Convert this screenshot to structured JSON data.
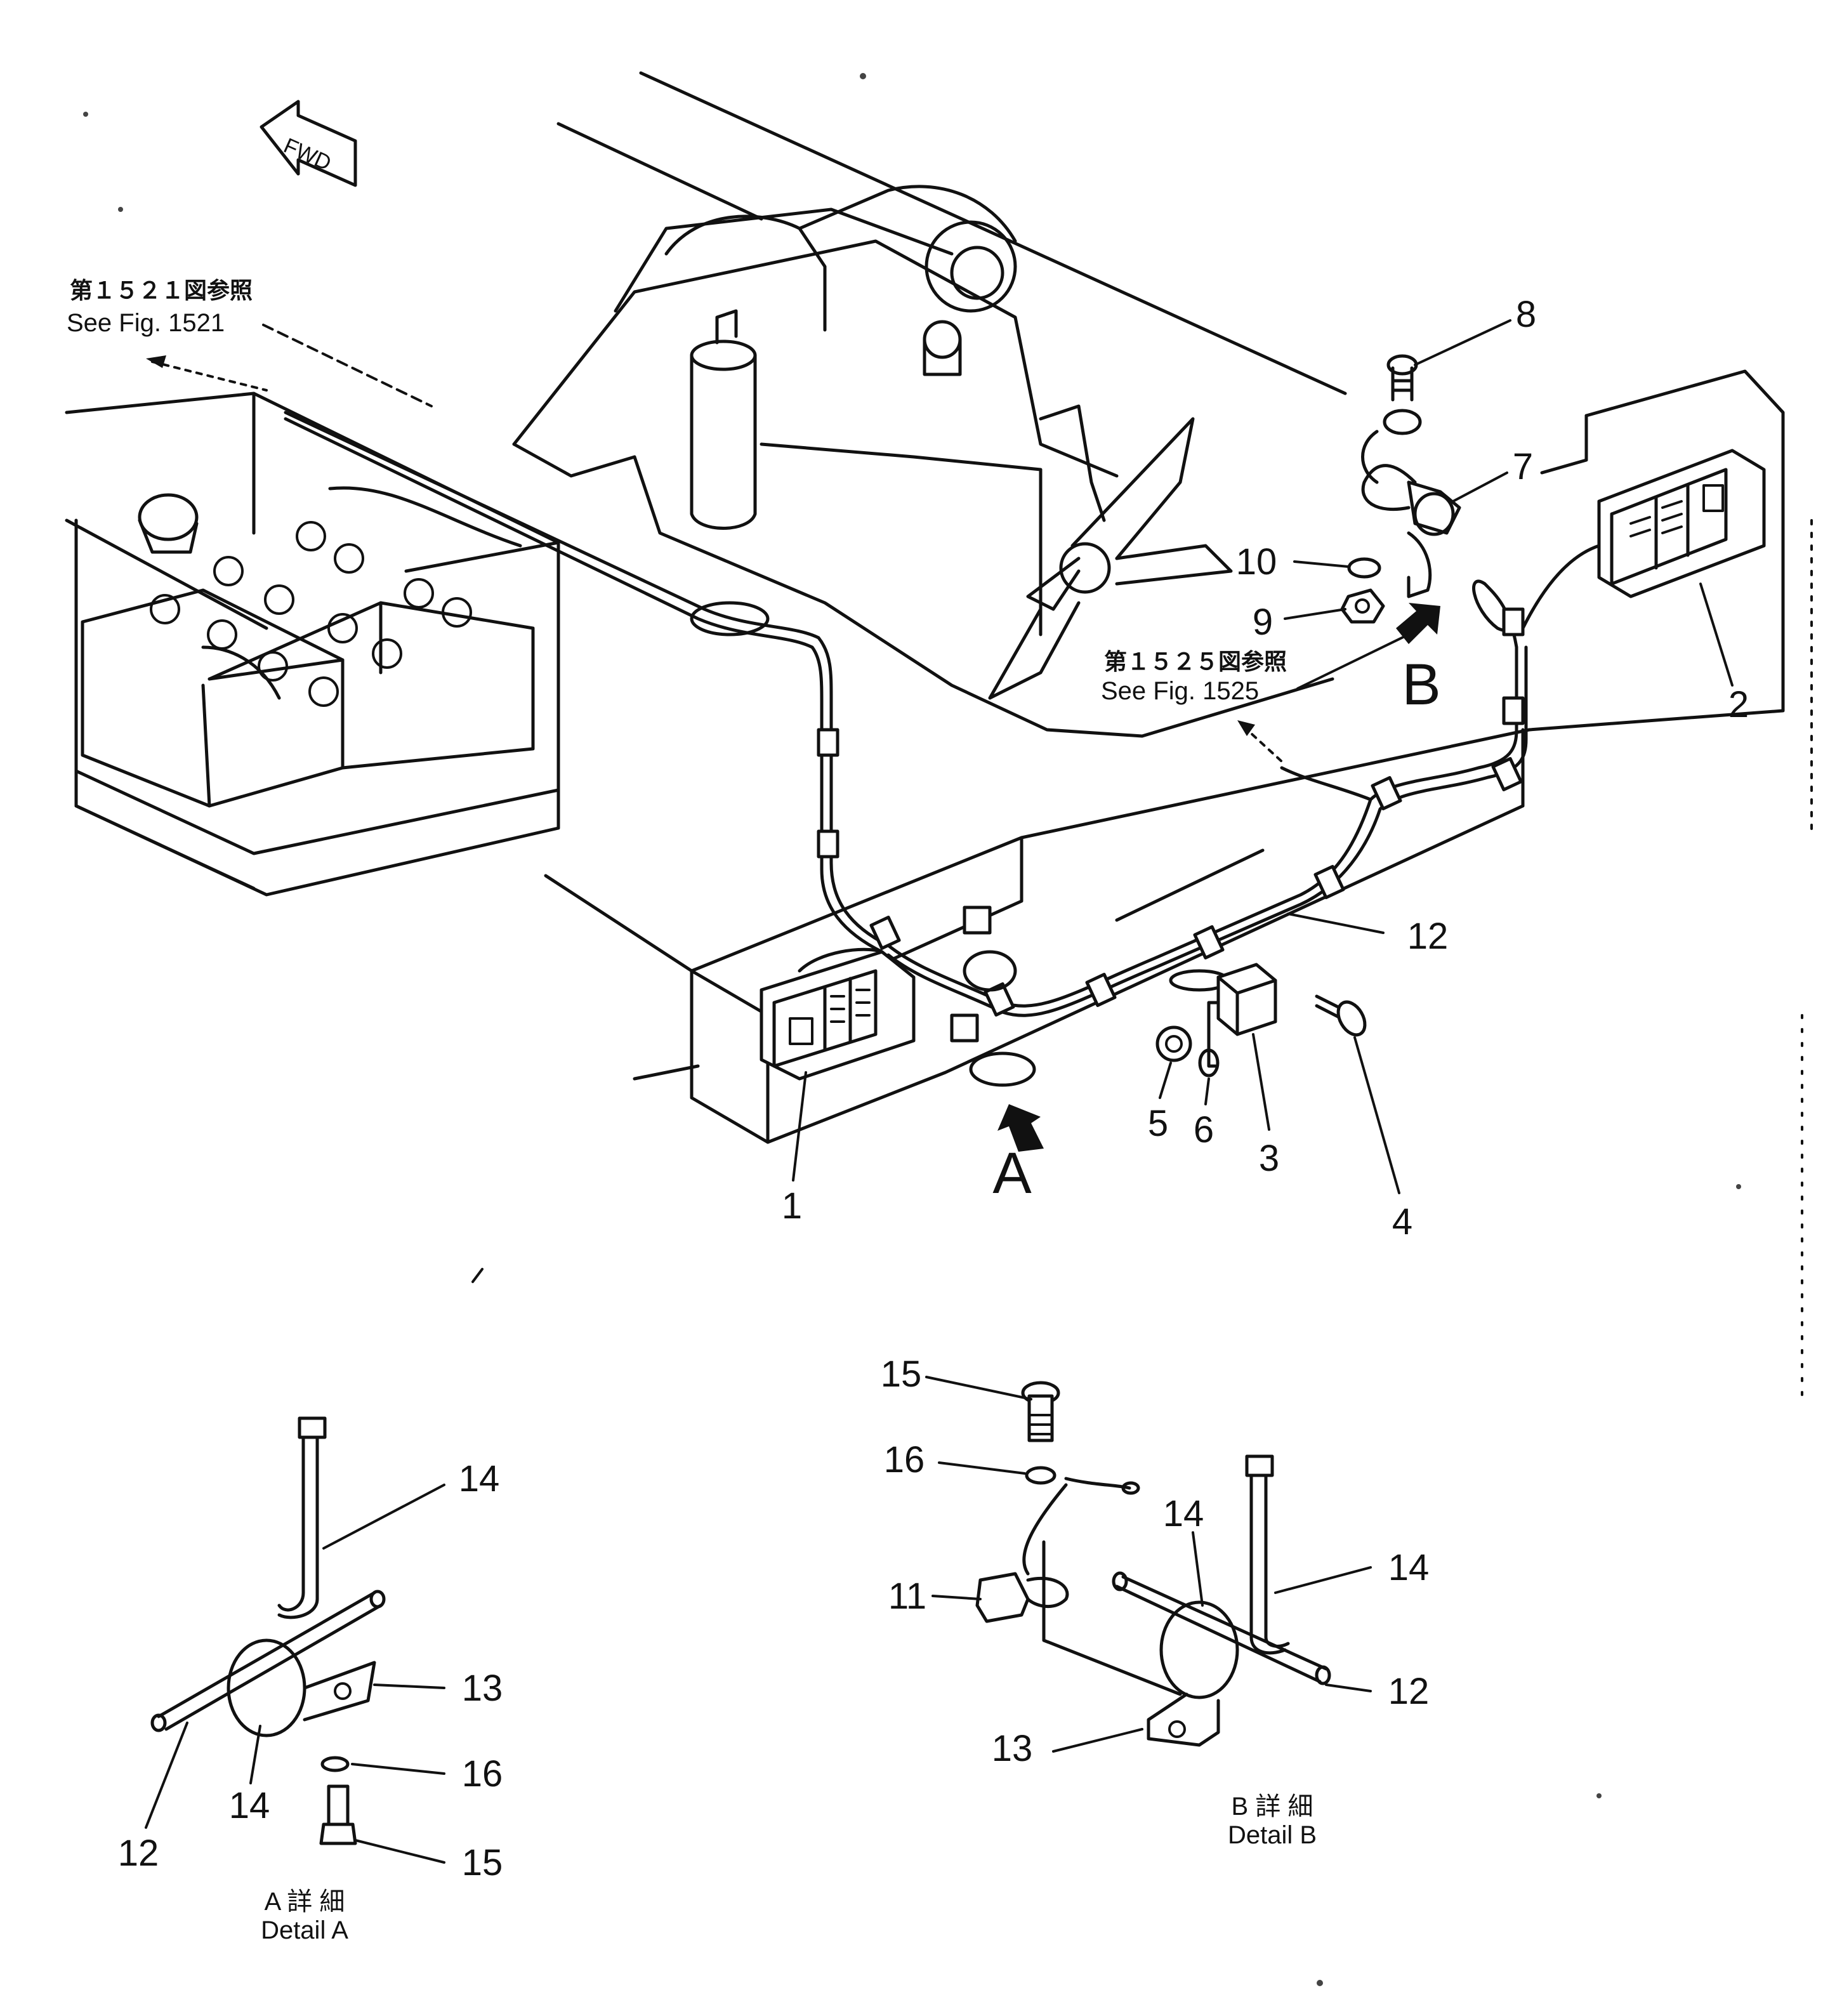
{
  "references": {
    "fig1521_jp": "第１５２１図参照",
    "fig1521_en": "See Fig. 1521",
    "fig1525_jp": "第１５２５図参照",
    "fig1525_en": "See Fig. 1525"
  },
  "direction_label": "FWD",
  "view_letters": {
    "a": "A",
    "b": "B"
  },
  "callouts": {
    "c1": "1",
    "c2": "2",
    "c3": "3",
    "c4": "4",
    "c5": "5",
    "c6": "6",
    "c7": "7",
    "c8": "8",
    "c9": "9",
    "c10": "10",
    "c12": "12"
  },
  "detail_a": {
    "title_jp": "A 詳 細",
    "title_en": "Detail A",
    "callouts": {
      "c12": "12",
      "c13": "13",
      "c14a": "14",
      "c14b": "14",
      "c15": "15",
      "c16": "16"
    }
  },
  "detail_b": {
    "title_jp": "B 詳 細",
    "title_en": "Detail B",
    "callouts": {
      "c11": "11",
      "c12": "12",
      "c13": "13",
      "c14a": "14",
      "c14b": "14",
      "c15": "15",
      "c16": "16"
    }
  }
}
